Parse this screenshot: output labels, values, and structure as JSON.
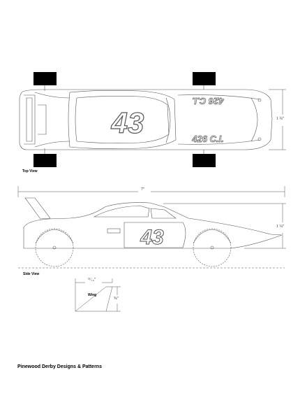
{
  "labels": {
    "top_view": "Top View",
    "side_view": "Side View",
    "wing": "Wing",
    "footer": "Pinewood Derby Designs & Patterns"
  },
  "car": {
    "number": "43",
    "engine_text": "426 C.I."
  },
  "dimensions": {
    "top_width": "1 ¾\"",
    "length": "7\"",
    "side_height": "1 ¼\"",
    "wing_width": "¹¹⁄₁₆\"",
    "wing_height": "⅝\""
  }
}
